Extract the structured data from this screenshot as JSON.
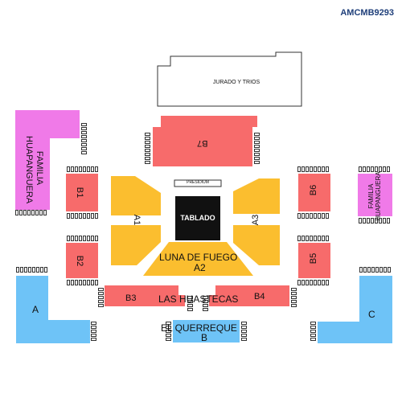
{
  "map_code": "AMCMB9293",
  "labels": {
    "jurado": "JURADO Y TRIOS",
    "presidium": "PRESIDIUM",
    "tablado": "TABLADO",
    "b7": "B7",
    "b1": "B1",
    "b2": "B2",
    "b3": "B3",
    "b4": "B4",
    "b5": "B5",
    "b6": "B6",
    "a1": "A1",
    "a2": "A2",
    "a3": "A3",
    "a": "A",
    "b": "B",
    "c": "C",
    "familia_left": "FAMILIA HUAPANGUERA",
    "familia_right": "FAMILIA HUAPANGUERA",
    "luna_de_fuego": "LUNA DE FUEGO",
    "las_huastecas": "LAS HUASTECAS",
    "el_querreque": "EL QUERREQUE"
  },
  "colors": {
    "section_red": "#f76b6b",
    "section_yellow": "#fbbe2f",
    "section_blue": "#6ec3f7",
    "section_magenta": "#f07ae8",
    "stage_black": "#111111",
    "code_blue": "#1f3f7a"
  }
}
